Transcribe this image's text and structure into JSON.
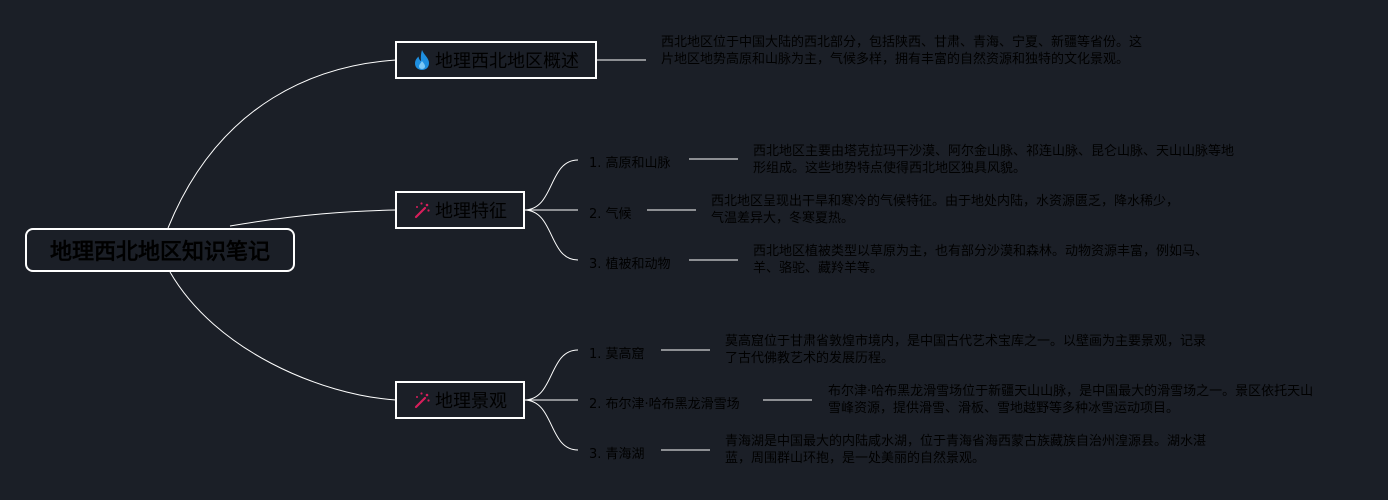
{
  "root": {
    "title": "地理西北地区知识笔记"
  },
  "branches": [
    {
      "label": "地理西北地区概述",
      "icon": "fire-icon",
      "description": "西北地区位于中国大陆的西北部分，包括陕西、甘肃、青海、宁夏、新疆等省份。这片地区地势高原和山脉为主，气候多样，拥有丰富的自然资源和独特的文化景观。",
      "children": []
    },
    {
      "label": "地理特征",
      "icon": "magic-wand-icon",
      "children": [
        {
          "label": "1. 高原和山脉",
          "description": "西北地区主要由塔克拉玛干沙漠、阿尔金山脉、祁连山脉、昆仑山脉、天山山脉等地形组成。这些地势特点使得西北地区独具风貌。"
        },
        {
          "label": "2. 气候",
          "description": "西北地区呈现出干旱和寒冷的气候特征。由于地处内陆，水资源匮乏，降水稀少，气温差异大，冬寒夏热。"
        },
        {
          "label": "3. 植被和动物",
          "description": "西北地区植被类型以草原为主，也有部分沙漠和森林。动物资源丰富，例如马、羊、骆驼、藏羚羊等。"
        }
      ]
    },
    {
      "label": "地理景观",
      "icon": "magic-wand-icon",
      "children": [
        {
          "label": "1. 莫高窟",
          "description": "莫高窟位于甘肃省敦煌市境内，是中国古代艺术宝库之一。以壁画为主要景观，记录了古代佛教艺术的发展历程。"
        },
        {
          "label": "2. 布尔津·哈布黑龙滑雪场",
          "description": "布尔津·哈布黑龙滑雪场位于新疆天山山脉，是中国最大的滑雪场之一。景区依托天山雪峰资源，提供滑雪、滑板、雪地越野等多种冰雪运动项目。"
        },
        {
          "label": "3. 青海湖",
          "description": "青海湖是中国最大的内陆咸水湖，位于青海省海西蒙古族藏族自治州湟源县。湖水湛蓝，周围群山环抱，是一处美丽的自然景观。"
        }
      ]
    }
  ],
  "colors": {
    "background": "#1b1f27",
    "connector": "#ffffff",
    "node_border": "#ffffff",
    "text": "#000000",
    "fire_icon": "#1e8fe0",
    "wand_icon": "#d81e5b"
  }
}
